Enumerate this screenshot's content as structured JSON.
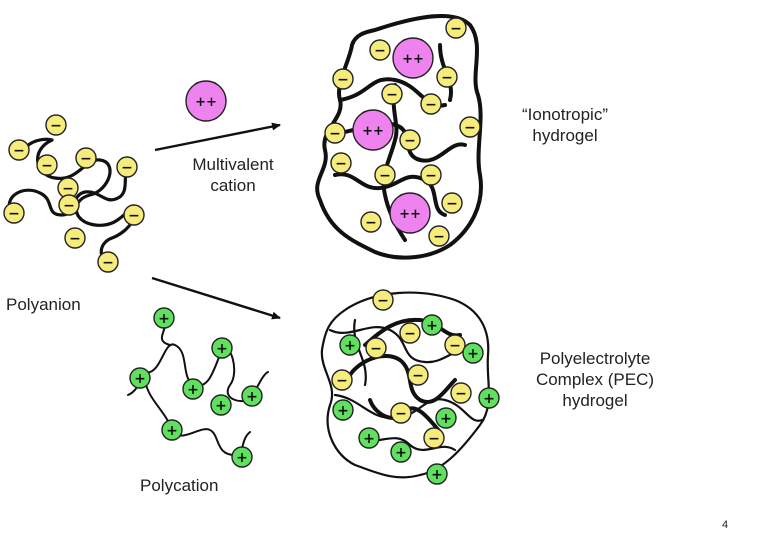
{
  "labels": {
    "multivalent_line1": "Multivalent",
    "multivalent_line2": "cation",
    "polyanion": "Polyanion",
    "polycation": "Polycation",
    "ionotropic_line1": "“Ionotropic”",
    "ionotropic_line2": "hydrogel",
    "pec_line1": "Polyelectrolyte",
    "pec_line2": "Complex (PEC)",
    "pec_line3": "hydrogel"
  },
  "charges": {
    "negative": "−",
    "positive": "+",
    "divalent": "++"
  },
  "page_number": "4",
  "colors": {
    "negative_fill": "#f6ec7c",
    "positive_fill": "#5fe05f",
    "divalent_fill": "#ee82ee",
    "chain": "#111111"
  }
}
